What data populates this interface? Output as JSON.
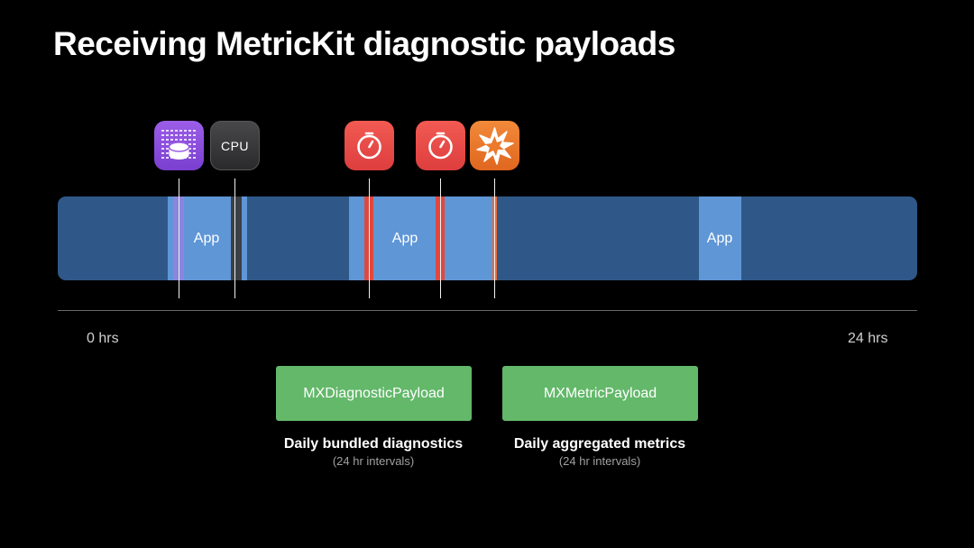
{
  "title": "Receiving MetricKit diagnostic payloads",
  "timeline": {
    "app_segments": [
      {
        "label": "App"
      },
      {
        "label": "App"
      },
      {
        "label": "App"
      }
    ],
    "start_label": "0 hrs",
    "end_label": "24 hrs"
  },
  "icons": {
    "disk_write_icon": "disk-write-icon",
    "cpu_label": "CPU",
    "hang_icon": "stopwatch-icon",
    "crash_icon": "crash-burst-icon"
  },
  "payloads": [
    {
      "name": "MXDiagnosticPayload",
      "caption": "Daily bundled diagnostics",
      "interval": "(24 hr intervals)"
    },
    {
      "name": "MXMetricPayload",
      "caption": "Daily aggregated metrics",
      "interval": "(24 hr intervals)"
    }
  ],
  "colors": {
    "track": "#2f5888",
    "app_segment": "#5f96d6",
    "payload_green": "#63b86a",
    "disk_icon": "#8b4fd8",
    "cpu_icon": "#3a3a3c",
    "hang_icon": "#ea4a47",
    "crash_icon": "#ec7a2c"
  }
}
